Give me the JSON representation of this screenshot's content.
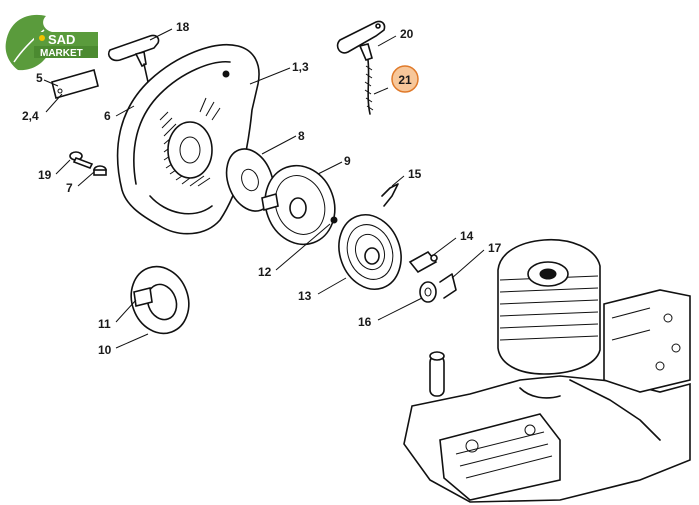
{
  "logo": {
    "line1": "SAD",
    "line2": "MARKET",
    "leaf_color": "#5a9b3c",
    "accent": "#f2c200"
  },
  "highlight": {
    "label": "21",
    "fill": "#f7c79a",
    "stroke": "#e07a2a"
  },
  "callouts": [
    {
      "id": "18",
      "text": "18"
    },
    {
      "id": "5",
      "text": "5"
    },
    {
      "id": "2-4",
      "text": "2,4"
    },
    {
      "id": "6",
      "text": "6"
    },
    {
      "id": "1-3",
      "text": "1,3"
    },
    {
      "id": "20",
      "text": "20"
    },
    {
      "id": "8",
      "text": "8"
    },
    {
      "id": "9",
      "text": "9"
    },
    {
      "id": "19",
      "text": "19"
    },
    {
      "id": "7",
      "text": "7"
    },
    {
      "id": "15",
      "text": "15"
    },
    {
      "id": "14",
      "text": "14"
    },
    {
      "id": "17",
      "text": "17"
    },
    {
      "id": "12",
      "text": "12"
    },
    {
      "id": "13",
      "text": "13"
    },
    {
      "id": "16",
      "text": "16"
    },
    {
      "id": "11",
      "text": "11"
    },
    {
      "id": "10",
      "text": "10"
    }
  ]
}
